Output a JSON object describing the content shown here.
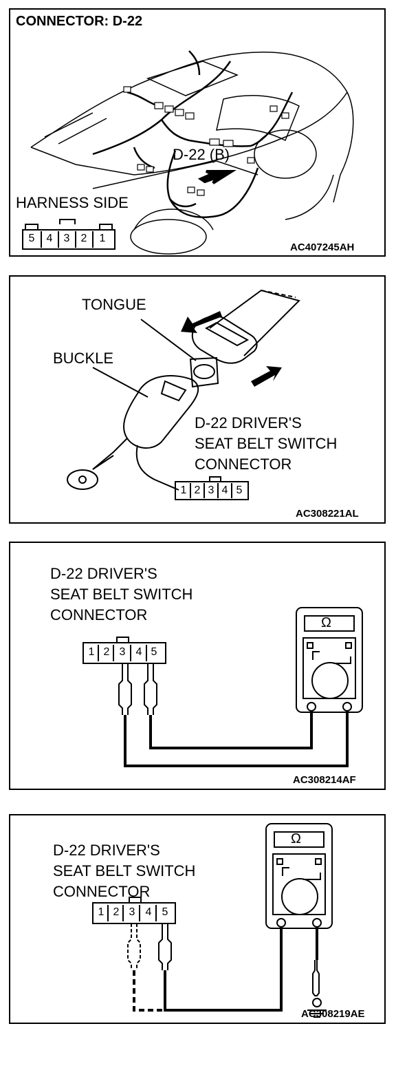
{
  "panel1": {
    "title": "CONNECTOR: D-22",
    "callout": "D-22 (B)",
    "harness_label": "HARNESS SIDE",
    "pins": [
      "5",
      "4",
      "3",
      "2",
      "1"
    ],
    "code": "AC407245AH"
  },
  "panel2": {
    "tongue_label": "TONGUE",
    "buckle_label": "BUCKLE",
    "connector_lines": [
      "D-22 DRIVER'S",
      "SEAT BELT SWITCH",
      "CONNECTOR"
    ],
    "pins": [
      "1",
      "2",
      "3",
      "4",
      "5"
    ],
    "code": "AC308221AL"
  },
  "panel3": {
    "connector_lines": [
      "D-22 DRIVER'S",
      "SEAT BELT SWITCH",
      "CONNECTOR"
    ],
    "pins": [
      "1",
      "2",
      "3",
      "4",
      "5"
    ],
    "meter_symbol": "Ω",
    "code": "AC308214AF"
  },
  "panel4": {
    "connector_lines": [
      "D-22 DRIVER'S",
      "SEAT BELT SWITCH",
      "CONNECTOR"
    ],
    "pins": [
      "1",
      "2",
      "3",
      "4",
      "5"
    ],
    "meter_symbol": "Ω",
    "code": "AC308219AE"
  }
}
